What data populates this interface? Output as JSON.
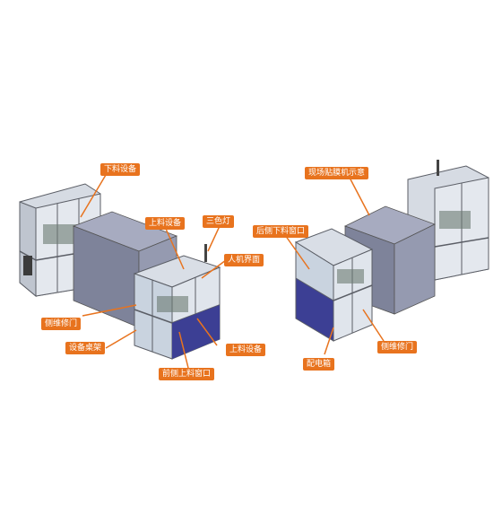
{
  "labels": {
    "unload_equipment": "下料设备",
    "load_equipment_top": "上料设备",
    "tri_color_light": "三色灯",
    "hmi": "人机界面",
    "side_maintenance_door_left": "侧维修门",
    "equipment_table_frame": "设备桌架",
    "load_equipment_bottom": "上料设备",
    "front_load_window": "前侧上料窗口",
    "site_lamination_diagram": "现场贴膜机示意",
    "rear_unload_window": "后侧下料窗口",
    "electrical_cabinet": "配电箱",
    "side_maintenance_door_right": "侧维修门"
  },
  "colors": {
    "callout": "#e8731e",
    "callout_text": "#ffffff",
    "frame": "#5b5e66",
    "panel": "#8d92a8",
    "glass": "#c9d3df",
    "cabinet_blue": "#3c3f94",
    "leader": "#e8731e"
  }
}
